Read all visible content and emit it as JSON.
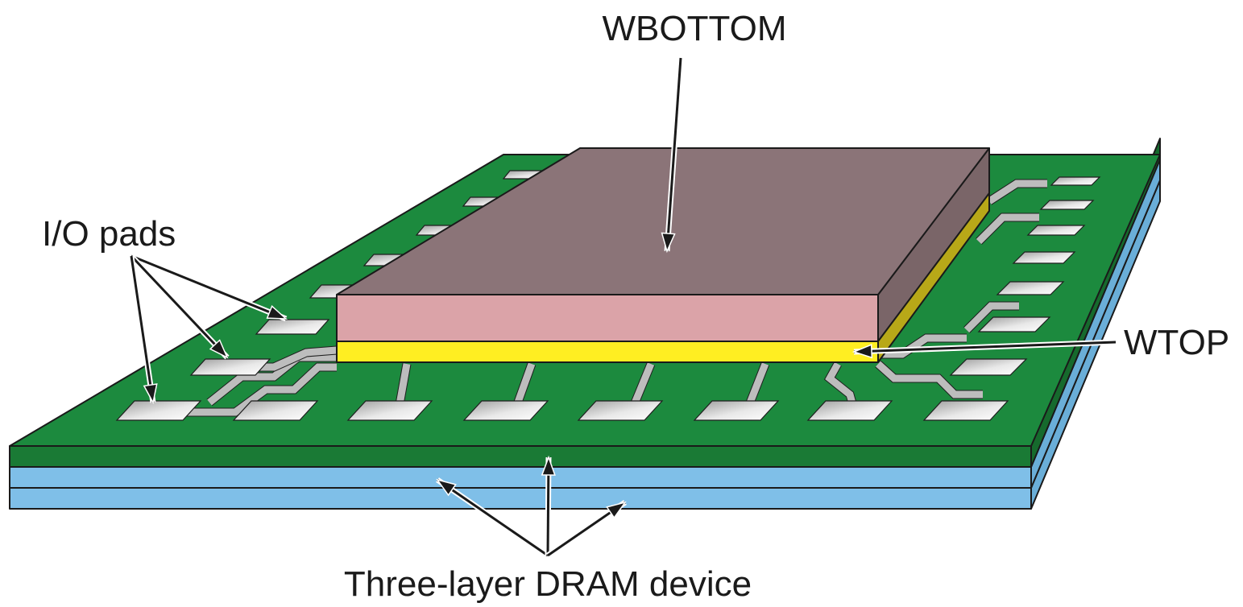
{
  "labels": {
    "wbottom": "WBOTTOM",
    "wtop": "WTOP",
    "io_pads": "I/O pads",
    "dram": "Three-layer DRAM device"
  },
  "colors": {
    "board_top": "#1c8a3e",
    "board_side": "#1a7a35",
    "dram_layer": "#7fbfe8",
    "dram_side": "#6aaed8",
    "chip_top": "#8b7478",
    "chip_side_right": "#7a6568",
    "chip_front": "#dba3a8",
    "wtop_front": "#ffee22",
    "wtop_side": "#b8a818",
    "pad_fill": "#c4c4c4",
    "trace_fill": "#bdbdbd"
  }
}
